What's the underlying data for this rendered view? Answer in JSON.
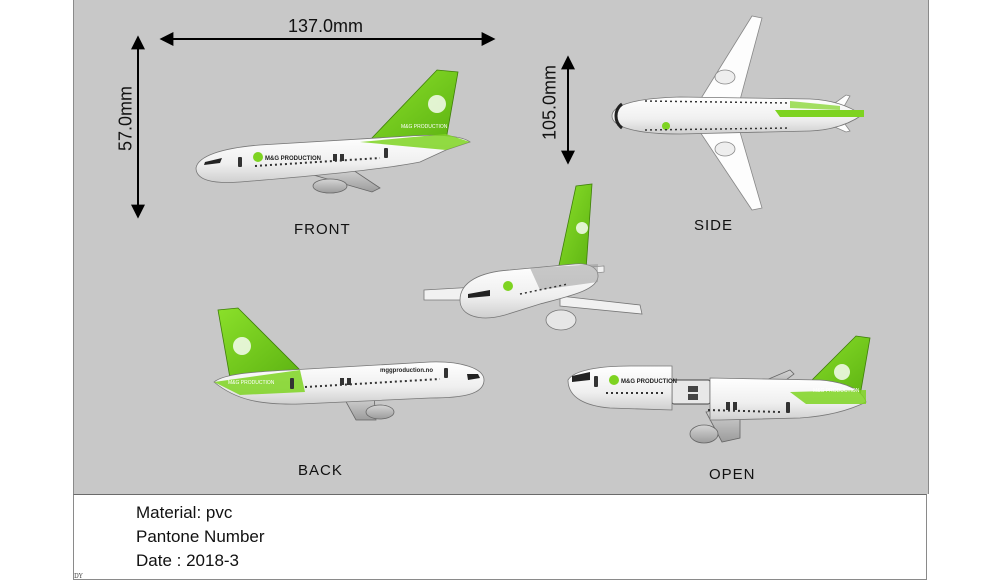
{
  "dimensions": {
    "length": "137.0mm",
    "height": "57.0mm",
    "width": "105.0mm"
  },
  "views": {
    "front": "FRONT",
    "side": "SIDE",
    "back": "BACK",
    "open": "OPEN"
  },
  "livery": {
    "brand": "M&G PRODUCTION",
    "website": "mggproduction.no"
  },
  "info": {
    "material": "Material: pvc",
    "pantone": "Pantone Number",
    "date": "Date : 2018-3"
  },
  "corner_mark": "DY",
  "colors": {
    "background": "#c8c8c8",
    "accent_green": "#7ed321",
    "fuselage": "#f4f4f4",
    "gear_grey": "#a9a9a9"
  }
}
